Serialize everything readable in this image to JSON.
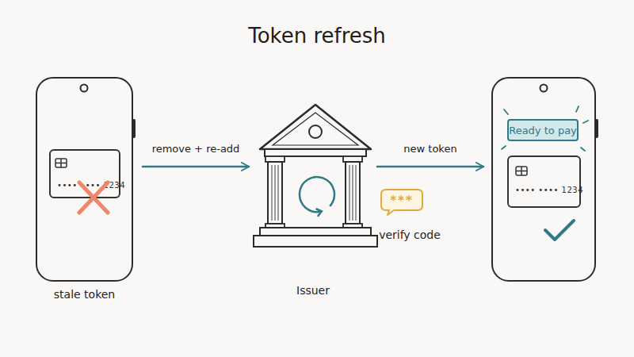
{
  "diagram": {
    "title": "Token refresh",
    "nodes": [
      {
        "text": [
          "stale token"
        ]
      },
      {
        "text": [
          "•••• •••• 1234"
        ],
        "in": 0
      },
      {
        "text": [
          "Issuer"
        ]
      },
      {
        "text": []
      },
      {
        "text": [
          "Ready to pay"
        ],
        "in": 3
      },
      {
        "text": [
          "•••• •••• 1234"
        ],
        "in": 3
      },
      {
        "text": [
          "***",
          "verify code"
        ]
      }
    ],
    "edges": [
      {
        "from": 0,
        "to": 2,
        "label": "remove + re-add",
        "arrow": "to"
      },
      {
        "from": 2,
        "to": 3,
        "label": "new token",
        "arrow": "to"
      }
    ]
  }
}
